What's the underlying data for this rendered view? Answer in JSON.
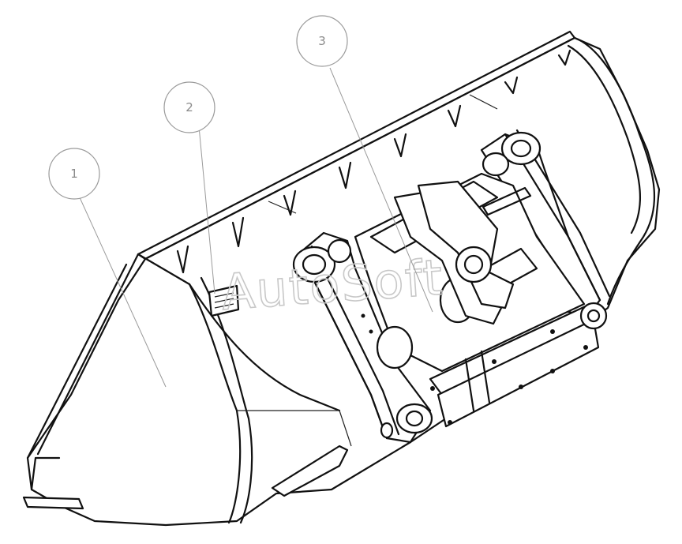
{
  "callouts": [
    {
      "id": "1",
      "label": "1"
    },
    {
      "id": "2",
      "label": "2"
    },
    {
      "id": "3",
      "label": "3"
    }
  ],
  "watermark": "AutoSoft",
  "colors": {
    "line": "#111111",
    "leader": "#9a9a9a",
    "watermark": "#c8c8c8",
    "background": "#ffffff"
  }
}
